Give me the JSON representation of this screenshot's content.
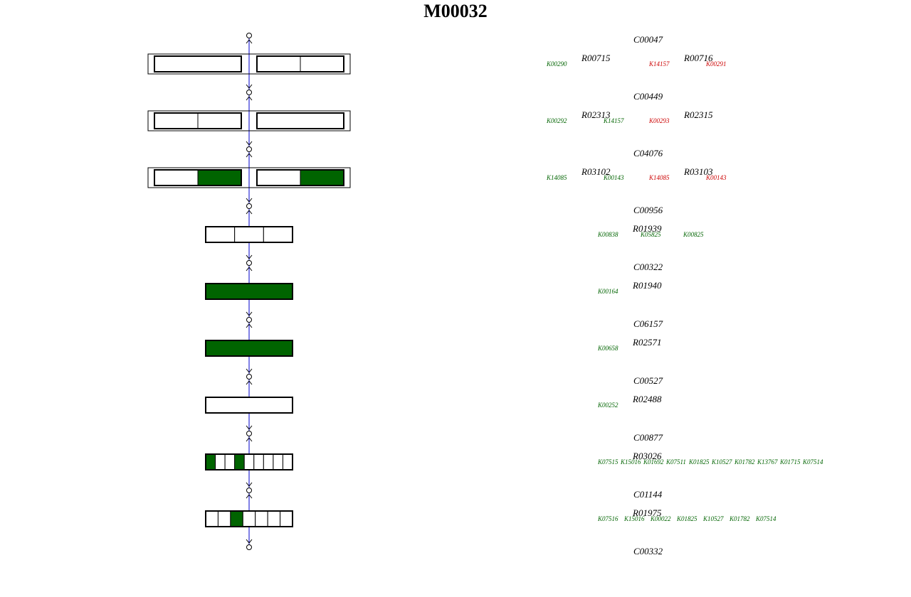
{
  "title": "M00032",
  "colors": {
    "line": "#0000cc",
    "fill": "#006400",
    "frame": "#000000",
    "empty": "#ffffff",
    "ko_green": "#006400",
    "ko_red": "#cc0000"
  },
  "steps": [
    {
      "groups": [
        {
          "cells": [
            false
          ]
        },
        {
          "cells": [
            false,
            false
          ]
        }
      ]
    },
    {
      "groups": [
        {
          "cells": [
            false,
            false
          ]
        },
        {
          "cells": [
            false
          ]
        }
      ]
    },
    {
      "groups": [
        {
          "cells": [
            false,
            true
          ]
        },
        {
          "cells": [
            false,
            true
          ]
        }
      ]
    },
    {
      "groups": [
        {
          "cells": [
            false,
            false,
            false
          ]
        }
      ]
    },
    {
      "groups": [
        {
          "cells": [
            true
          ]
        }
      ]
    },
    {
      "groups": [
        {
          "cells": [
            true
          ]
        }
      ]
    },
    {
      "groups": [
        {
          "cells": [
            false
          ]
        }
      ]
    },
    {
      "groups": [
        {
          "cells": [
            true,
            false,
            false,
            true,
            false,
            false,
            false,
            false,
            false
          ]
        }
      ]
    },
    {
      "groups": [
        {
          "cells": [
            false,
            false,
            true,
            false,
            false,
            false,
            false
          ]
        }
      ]
    }
  ],
  "compounds": [
    "C00047",
    "C00449",
    "C04076",
    "C00956",
    "C00322",
    "C06157",
    "C00527",
    "C00877",
    "C01144",
    "C00332"
  ],
  "reaction_rows": [
    {
      "reactions": [
        "R00715",
        "R00716"
      ],
      "kos": [
        {
          "id": "K00290",
          "color": "green"
        },
        {
          "id": "K14157",
          "color": "red"
        },
        {
          "id": "K00291",
          "color": "red"
        }
      ]
    },
    {
      "reactions": [
        "R02313",
        "R02315"
      ],
      "kos": [
        {
          "id": "K00292",
          "color": "green"
        },
        {
          "id": "K14157",
          "color": "green"
        },
        {
          "id": "K00293",
          "color": "red"
        }
      ]
    },
    {
      "reactions": [
        "R03102",
        "R03103"
      ],
      "kos": [
        {
          "id": "K14085",
          "color": "green"
        },
        {
          "id": "K00143",
          "color": "green"
        },
        {
          "id": "K14085",
          "color": "red"
        },
        {
          "id": "K00143",
          "color": "red"
        }
      ]
    },
    {
      "reactions": [
        "R01939"
      ],
      "kos": [
        {
          "id": "K00838",
          "color": "green"
        },
        {
          "id": "K05825",
          "color": "green"
        },
        {
          "id": "K00825",
          "color": "green"
        }
      ]
    },
    {
      "reactions": [
        "R01940"
      ],
      "kos": [
        {
          "id": "K00164",
          "color": "green"
        }
      ]
    },
    {
      "reactions": [
        "R02571"
      ],
      "kos": [
        {
          "id": "K00658",
          "color": "green"
        }
      ]
    },
    {
      "reactions": [
        "R02488"
      ],
      "kos": [
        {
          "id": "K00252",
          "color": "green"
        }
      ]
    },
    {
      "reactions": [
        "R03026"
      ],
      "kos": [
        {
          "id": "K07515",
          "color": "green"
        },
        {
          "id": "K15016",
          "color": "green"
        },
        {
          "id": "K01692",
          "color": "green"
        },
        {
          "id": "K07511",
          "color": "green"
        },
        {
          "id": "K01825",
          "color": "green"
        },
        {
          "id": "K10527",
          "color": "green"
        },
        {
          "id": "K01782",
          "color": "green"
        },
        {
          "id": "K13767",
          "color": "green"
        },
        {
          "id": "K01715",
          "color": "green"
        },
        {
          "id": "K07514",
          "color": "green"
        }
      ]
    },
    {
      "reactions": [
        "R01975"
      ],
      "kos": [
        {
          "id": "K07516",
          "color": "green"
        },
        {
          "id": "K15016",
          "color": "green"
        },
        {
          "id": "K00022",
          "color": "green"
        },
        {
          "id": "K01825",
          "color": "green"
        },
        {
          "id": "K10527",
          "color": "green"
        },
        {
          "id": "K01782",
          "color": "green"
        },
        {
          "id": "K07514",
          "color": "green"
        }
      ]
    }
  ]
}
